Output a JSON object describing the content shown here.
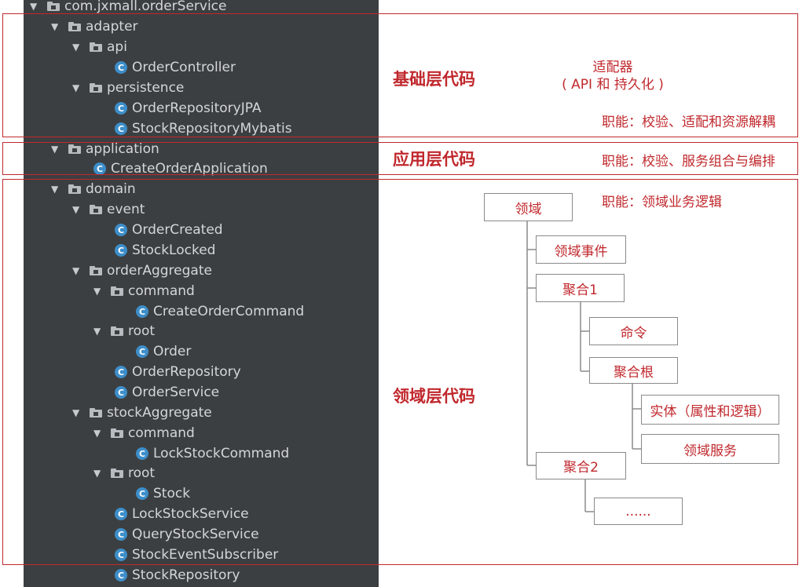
{
  "tree": {
    "root": "com.jxmall.orderService",
    "adapter": "adapter",
    "api": "api",
    "order_controller": "OrderController",
    "persistence": "persistence",
    "order_repository_jpa": "OrderRepositoryJPA",
    "stock_repository_mybatis": "StockRepositoryMybatis",
    "application": "application",
    "create_order_application": "CreateOrderApplication",
    "domain": "domain",
    "event": "event",
    "order_created": "OrderCreated",
    "stock_locked": "StockLocked",
    "order_aggregate": "orderAggregate",
    "order_command": "command",
    "create_order_command": "CreateOrderCommand",
    "order_root": "root",
    "order": "Order",
    "order_repository": "OrderRepository",
    "order_service": "OrderService",
    "stock_aggregate": "stockAggregate",
    "stock_command": "command",
    "lock_stock_command": "LockStockCommand",
    "stock_root": "root",
    "stock": "Stock",
    "lock_stock_service": "LockStockService",
    "query_stock_service": "QueryStockService",
    "stock_event_subscriber": "StockEventSubscriber",
    "stock_repository": "StockRepository"
  },
  "icons": {
    "expanded": "▼",
    "class_letter": "C",
    "class_color": "#3d8ec9",
    "folder_color": "#b8bcc0"
  },
  "layers": {
    "infra": {
      "title": "基础层代码",
      "adapter_line1": "适配器",
      "adapter_line2": "( API 和 持久化 )",
      "duty": "职能：校验、适配和资源解耦"
    },
    "app": {
      "title": "应用层代码",
      "duty": "职能：校验、服务组合与编排"
    },
    "domain": {
      "title": "领域层代码",
      "duty": "职能：领域业务逻辑"
    }
  },
  "domain_diagram": {
    "domain": "领域",
    "domain_event": "领域事件",
    "aggregate1": "聚合1",
    "command": "命令",
    "aggregate_root": "聚合根",
    "entity": "实体（属性和逻辑）",
    "domain_service": "领域服务",
    "aggregate2": "聚合2",
    "ellipsis": "......"
  },
  "colors": {
    "accent": "#c0282d",
    "tree_bg": "#3c3f41",
    "tree_text": "#d4d7d9"
  }
}
